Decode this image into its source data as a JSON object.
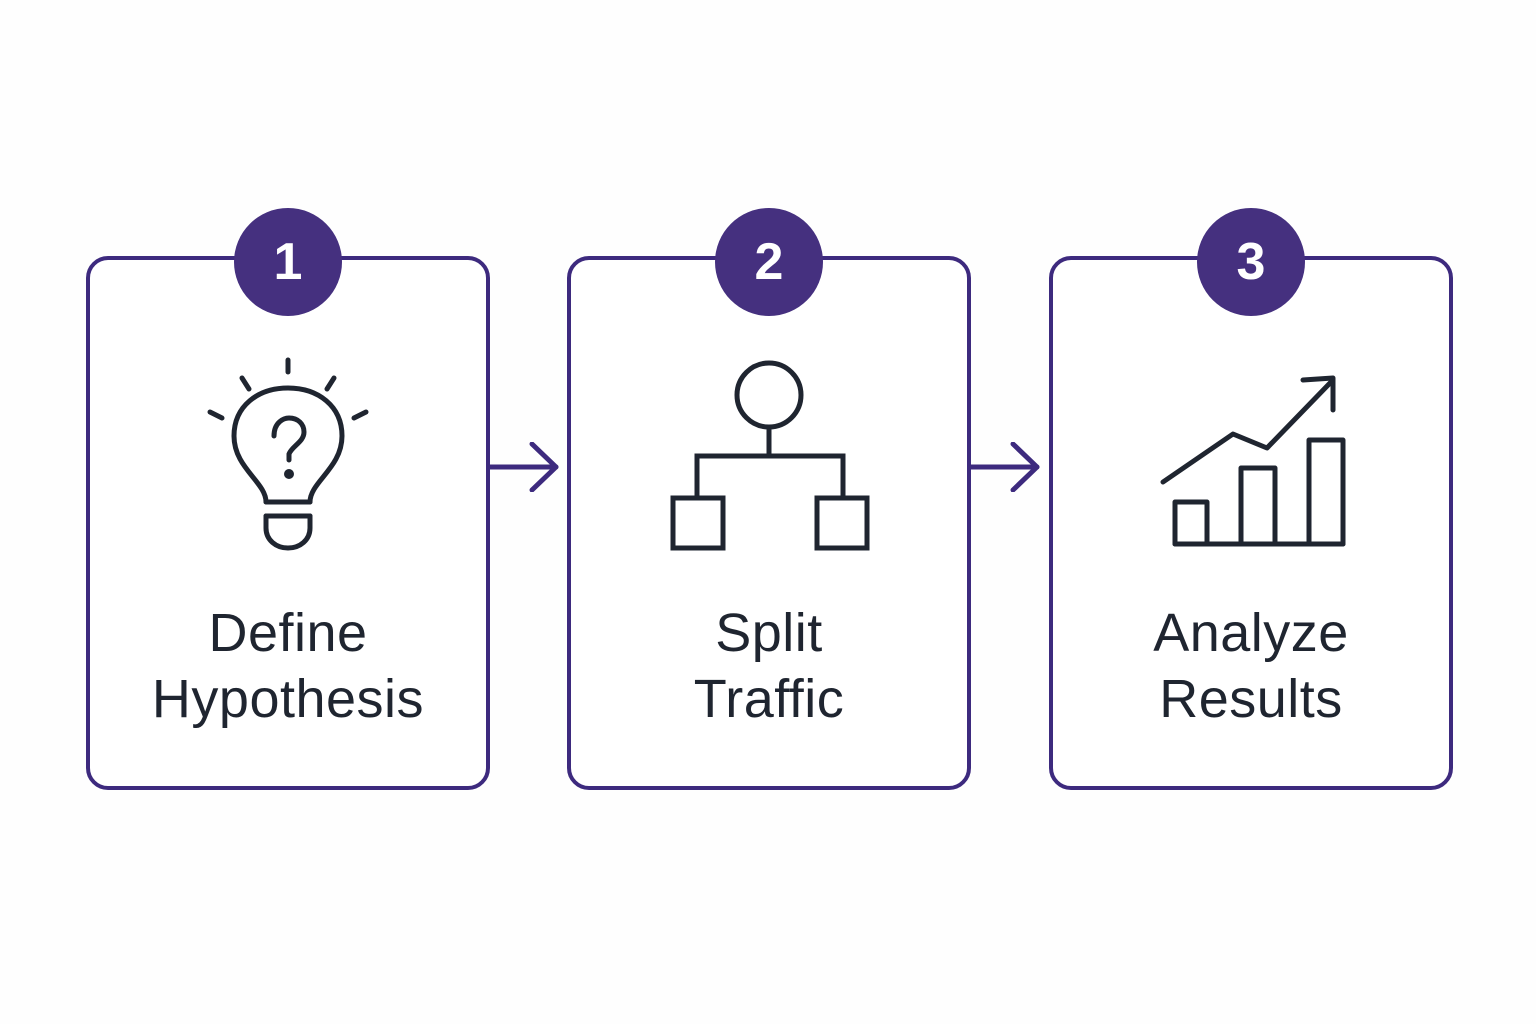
{
  "diagram": {
    "type": "process-flow",
    "accent_color": "#45307f",
    "border_color": "#3d2a7e",
    "text_color": "#1f2530",
    "steps": [
      {
        "number": "1",
        "icon": "lightbulb-question-icon",
        "title_line1": "Define",
        "title_line2": "Hypothesis"
      },
      {
        "number": "2",
        "icon": "split-tree-icon",
        "title_line1": "Split",
        "title_line2": "Traffic"
      },
      {
        "number": "3",
        "icon": "bar-chart-trend-icon",
        "title_line1": "Analyze",
        "title_line2": "Results"
      }
    ],
    "connectors": [
      {
        "from": "1",
        "to": "2",
        "icon": "arrow-right-icon"
      },
      {
        "from": "2",
        "to": "3",
        "icon": "arrow-right-icon"
      }
    ]
  }
}
